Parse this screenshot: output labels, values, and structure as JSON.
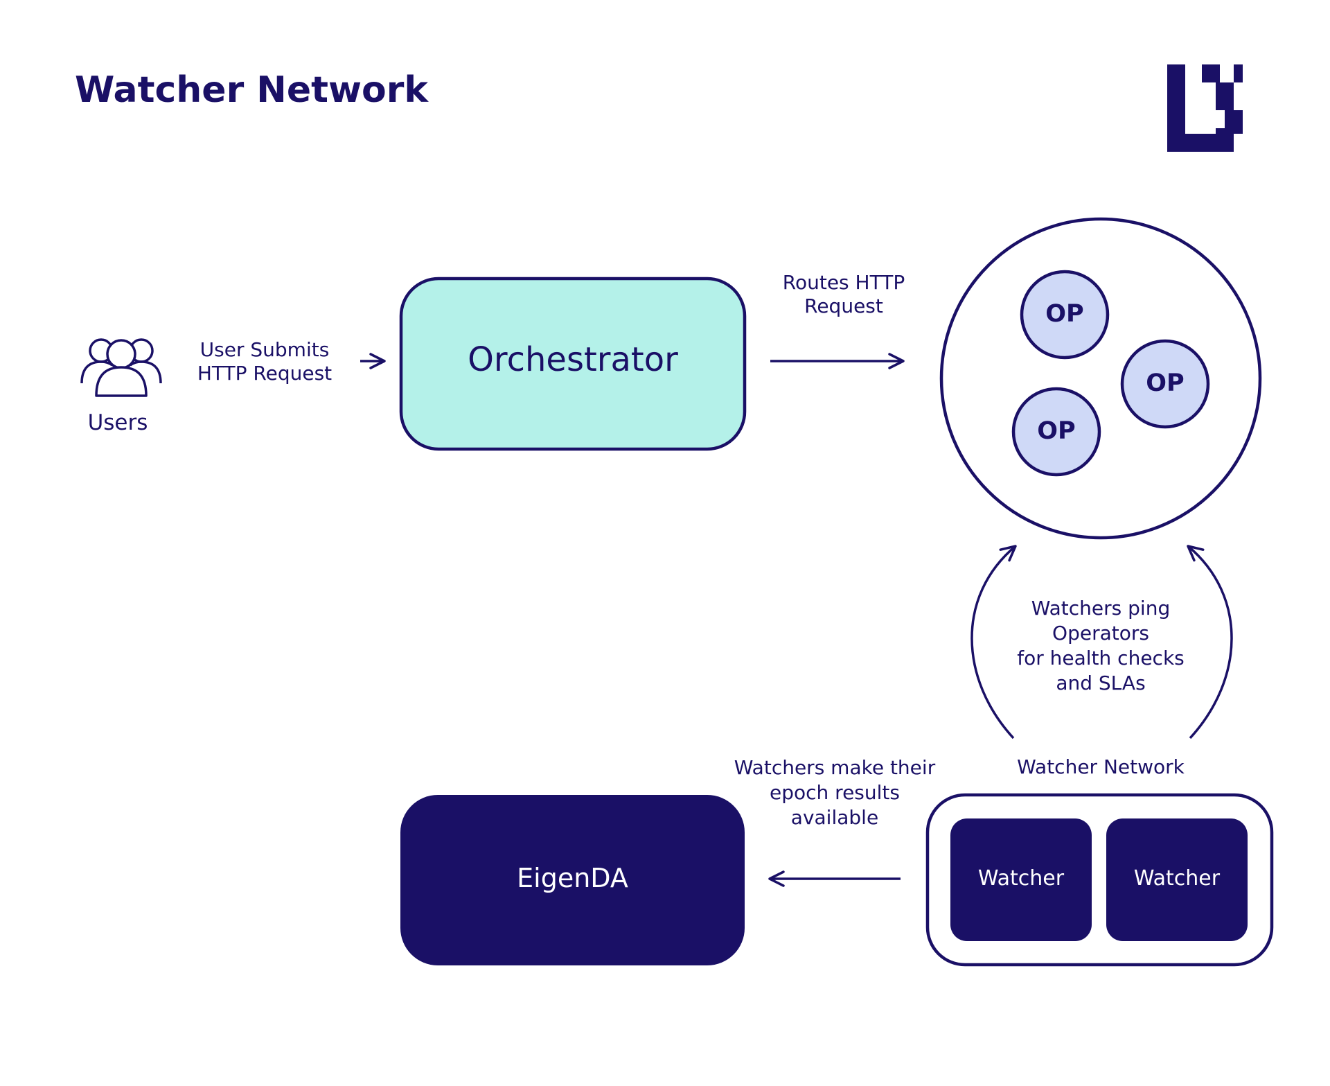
{
  "title": "Watcher Network",
  "colors": {
    "navy": "#1a1066",
    "orchestrator_fill": "#b4f1e9",
    "op_fill": "#cfd9f7",
    "white": "#ffffff"
  },
  "icons": {
    "logo": "brand-logo-icon",
    "users": "users-group-icon"
  },
  "nodes": {
    "users": "Users",
    "orchestrator": "Orchestrator",
    "operators": [
      "OP",
      "OP",
      "OP"
    ],
    "watcher_network": "Watcher Network",
    "watchers": [
      "Watcher",
      "Watcher"
    ],
    "eigenda": "EigenDA"
  },
  "edges": {
    "user_submits": [
      "User Submits",
      "HTTP Request"
    ],
    "routes": [
      "Routes HTTP",
      "Request"
    ],
    "watchers_ping": [
      "Watchers ping",
      "Operators",
      "for health checks",
      "and SLAs"
    ],
    "epoch_results": [
      "Watchers make their",
      "epoch results",
      "available"
    ]
  }
}
